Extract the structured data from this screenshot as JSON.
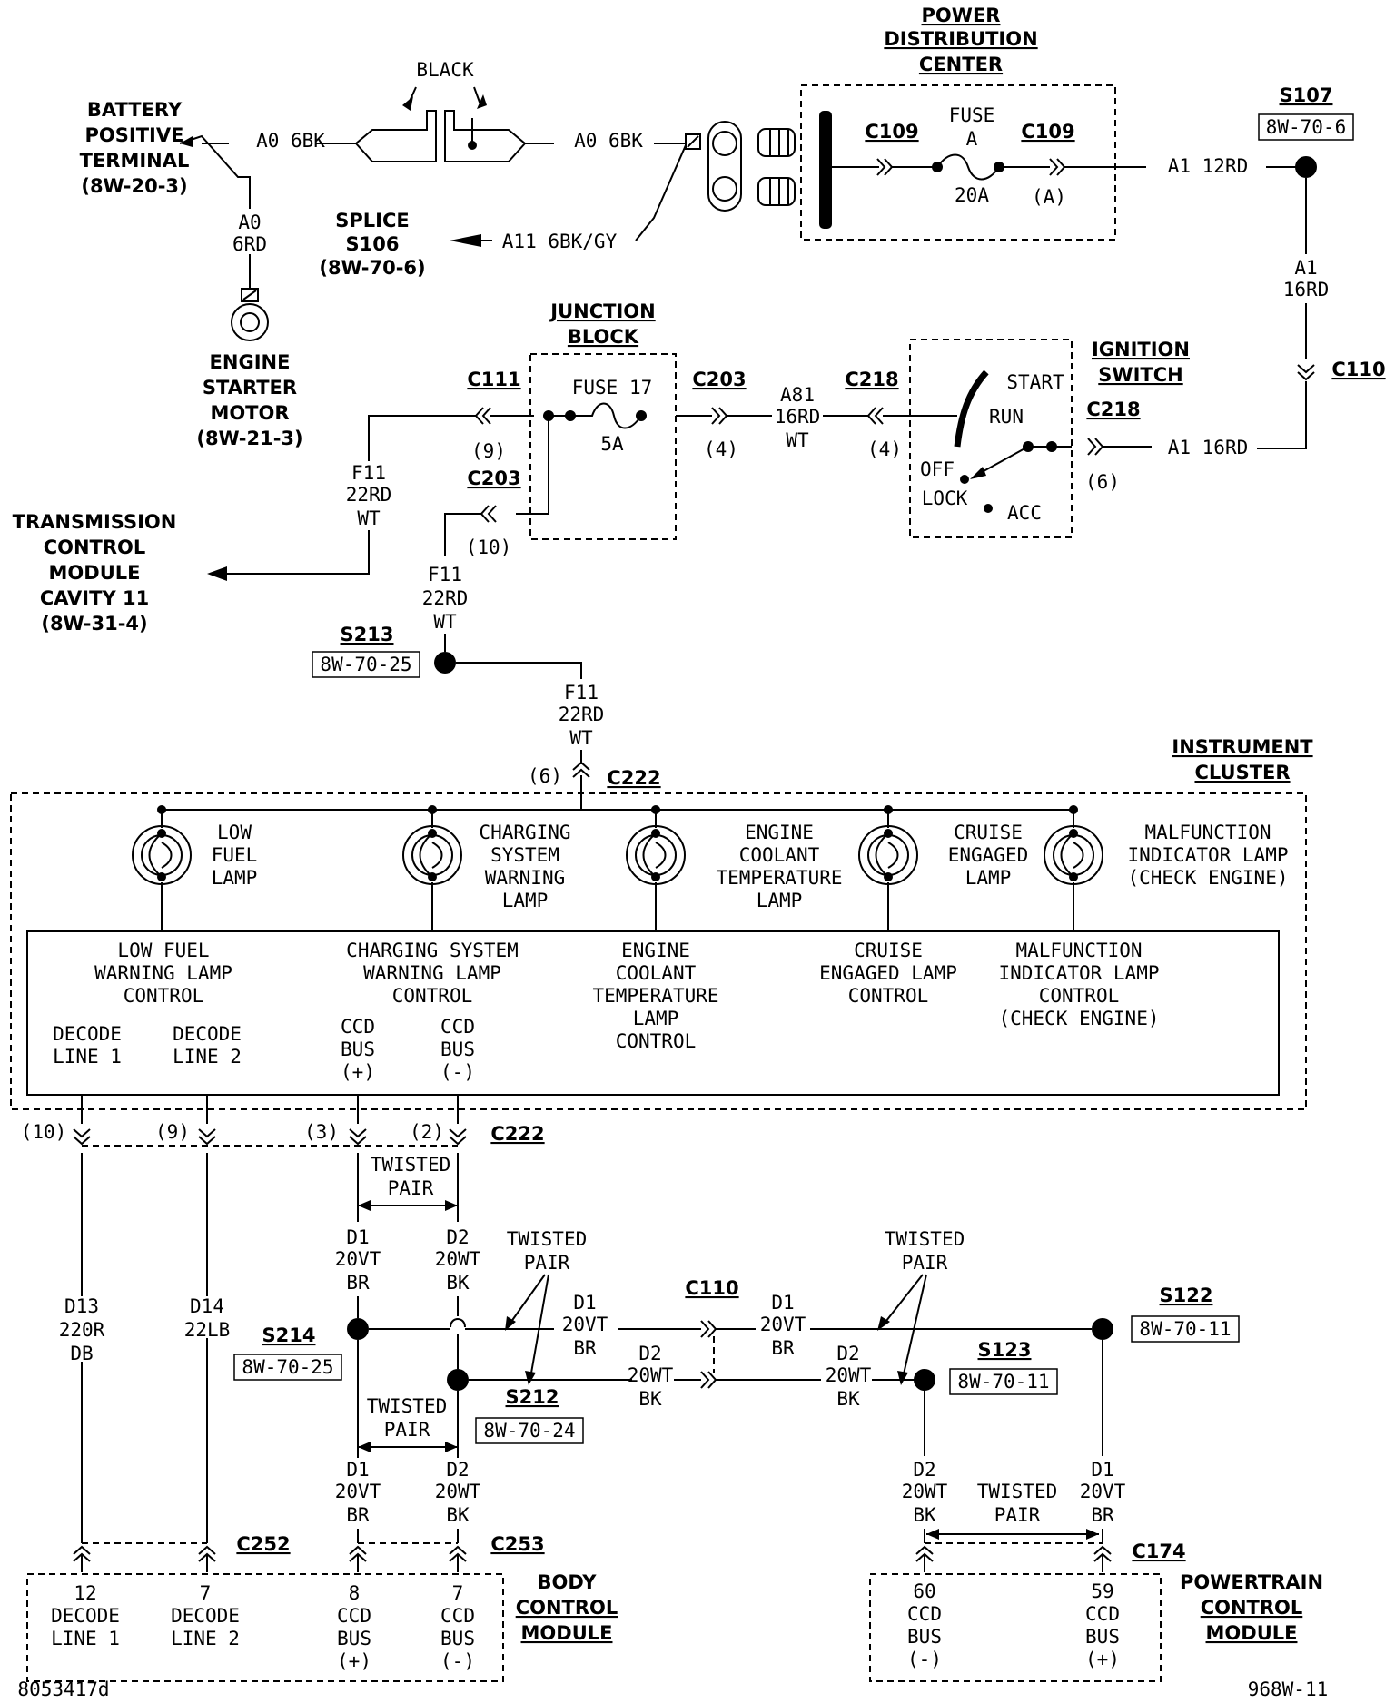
{
  "pdc": {
    "title1": "POWER",
    "title2": "DISTRIBUTION",
    "title3": "CENTER",
    "fuse_a": "FUSE",
    "fuse_a2": "A",
    "fuse_amp": "20A",
    "c109": "C109",
    "c109_cav": "(A)"
  },
  "battery": {
    "l1": "BATTERY",
    "l2": "POSITIVE",
    "l3": "TERMINAL",
    "ref": "(8W-20-3)"
  },
  "wires": {
    "a0_6bk": "A0 6BK",
    "a0_6bk2": "A0 6BK",
    "a0": "A0",
    "rd6": "6RD",
    "a11": "A11 6BK/GY",
    "a1_12rd": "A1 12RD",
    "a1": "A1",
    "rd16": "16RD",
    "a1_16rd": "A1 16RD",
    "a81": "A81",
    "rd16b": "16RD",
    "wt": "WT",
    "f11": "F11",
    "rd22": "22RD",
    "d1": "D1",
    "d2": "D2",
    "vt20": "20VT",
    "wt20": "20WT",
    "br": "BR",
    "bk": "BK",
    "d13": "D13",
    "d13g": "220R",
    "d13c": "DB",
    "d14": "D14",
    "d14g": "22LB"
  },
  "black": "BLACK",
  "splice": {
    "l1": "SPLICE",
    "l2": "S106",
    "ref": "(8W-70-6)"
  },
  "starter": {
    "l1": "ENGINE",
    "l2": "STARTER",
    "l3": "MOTOR",
    "ref": "(8W-21-3)"
  },
  "s107": {
    "name": "S107",
    "ref": "8W-70-6"
  },
  "c110": "C110",
  "junction": {
    "l1": "JUNCTION",
    "l2": "BLOCK",
    "fuse": "FUSE 17",
    "amp": "5A",
    "c111": "C111",
    "c203": "C203",
    "c111cav": "(9)",
    "c203cav": "(4)",
    "c203b": "C203",
    "c203bcav": "(10)"
  },
  "ignition": {
    "l1": "IGNITION",
    "l2": "SWITCH",
    "c218": "C218",
    "c218cav": "(4)",
    "c218b": "C218",
    "c218bcav": "(6)",
    "start": "START",
    "run": "RUN",
    "off": "OFF",
    "lock": "LOCK",
    "acc": "ACC"
  },
  "tcm": {
    "l1": "TRANSMISSION",
    "l2": "CONTROL",
    "l3": "MODULE",
    "l4": "CAVITY 11",
    "ref": "(8W-31-4)"
  },
  "s213": {
    "name": "S213",
    "ref": "8W-70-25"
  },
  "cluster": {
    "l1": "INSTRUMENT",
    "l2": "CLUSTER",
    "c222": "C222",
    "c222cav": "(6)"
  },
  "lamps": [
    [
      "LOW",
      "FUEL",
      "LAMP"
    ],
    [
      "CHARGING",
      "SYSTEM",
      "WARNING",
      "LAMP"
    ],
    [
      "ENGINE",
      "COOLANT",
      "TEMPERATURE",
      "LAMP"
    ],
    [
      "CRUISE",
      "ENGAGED",
      "LAMP"
    ],
    [
      "MALFUNCTION",
      "INDICATOR LAMP",
      "(CHECK ENGINE)"
    ]
  ],
  "controls": [
    [
      "LOW FUEL",
      "WARNING LAMP",
      "CONTROL"
    ],
    [
      "CHARGING SYSTEM",
      "WARNING LAMP",
      "CONTROL"
    ],
    [
      "ENGINE",
      "COOLANT",
      "TEMPERATURE",
      "LAMP",
      "CONTROL"
    ],
    [
      "CRUISE",
      "ENGAGED LAMP",
      "CONTROL"
    ],
    [
      "MALFUNCTION",
      "INDICATOR LAMP",
      "CONTROL",
      "(CHECK ENGINE)"
    ]
  ],
  "pins": [
    [
      "DECODE",
      "LINE 1"
    ],
    [
      "DECODE",
      "LINE 2"
    ],
    [
      "CCD",
      "BUS",
      "(+)"
    ],
    [
      "CCD",
      "BUS",
      "(-)"
    ]
  ],
  "c222b": {
    "name": "C222",
    "cavs": [
      "(10)",
      "(9)",
      "(3)",
      "(2)"
    ]
  },
  "twisted": {
    "l1": "TWISTED",
    "l2": "PAIR"
  },
  "s214": {
    "name": "S214",
    "ref": "8W-70-25"
  },
  "s212": {
    "name": "S212",
    "ref": "8W-70-24"
  },
  "s123": {
    "name": "S123",
    "ref": "8W-70-11"
  },
  "s122": {
    "name": "S122",
    "ref": "8W-70-11"
  },
  "c110b": "C110",
  "bcm": {
    "l1": "BODY",
    "l2": "CONTROL",
    "l3": "MODULE",
    "c252": "C252",
    "c253": "C253",
    "pins": [
      [
        "12",
        "DECODE",
        "LINE 1"
      ],
      [
        "7",
        "DECODE",
        "LINE 2"
      ],
      [
        "8",
        "CCD",
        "BUS",
        "(+)"
      ],
      [
        "7",
        "CCD",
        "BUS",
        "(-)"
      ]
    ]
  },
  "pcm": {
    "l1": "POWERTRAIN",
    "l2": "CONTROL",
    "l3": "MODULE",
    "c174": "C174",
    "pins": [
      [
        "60",
        "CCD",
        "BUS",
        "(-)"
      ],
      [
        "59",
        "CCD",
        "BUS",
        "(+)"
      ]
    ]
  },
  "footer": {
    "left": "8053417d",
    "right": "968W-11"
  }
}
